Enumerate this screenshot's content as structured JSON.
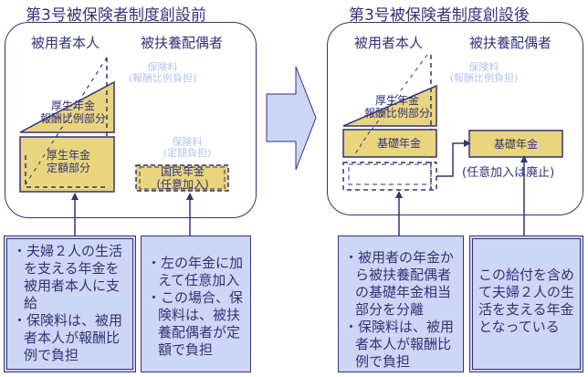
{
  "before": {
    "title": "第3号被保険者制度創設前",
    "col_employee": "被用者本人",
    "col_spouse": "被扶養配偶者",
    "premium_proportional": [
      "保険料",
      "(報酬比例負担)"
    ],
    "premium_flat": [
      "保険料",
      "(定額負担)"
    ],
    "box_earnings_related": [
      "厚生年金",
      "報酬比例部分"
    ],
    "box_flat_rate": [
      "厚生年金",
      "定額部分"
    ],
    "box_national_pension": [
      "国民年金",
      "(任意加入)"
    ],
    "note_employee": [
      "夫婦２人の生活を支える年金を被用者本人に支給",
      "保険料は、被用者本人が報酬比例で負担"
    ],
    "note_spouse": [
      "左の年金に加えて任意加入",
      "この場合、保険料は、被扶養配偶者が定額で負担"
    ]
  },
  "after": {
    "title": "第3号被保険者制度創設後",
    "col_employee": "被用者本人",
    "col_spouse": "被扶養配偶者",
    "premium_proportional": [
      "保険料",
      "(報酬比例負担)"
    ],
    "box_earnings_related": [
      "厚生年金",
      "報酬比例部分"
    ],
    "box_basic_employee": "基礎年金",
    "box_basic_spouse": "基礎年金",
    "caption_voluntary_abolished": "(任意加入は廃止)",
    "note_employee": [
      "被用者の年金から被扶養配偶者の基礎年金相当部分を分離",
      "保険料は、被用者本人が報酬比例で負担"
    ],
    "note_spouse": "この給付を含めて夫婦２人の生活を支える年金となっている"
  },
  "arrow": {
    "icon": "right-arrow-icon"
  },
  "colors": {
    "line": "#333377",
    "pension_fill": "#e8d57e",
    "note_fill": "#cdd6f6",
    "premium_text": "#b8c4ea"
  }
}
